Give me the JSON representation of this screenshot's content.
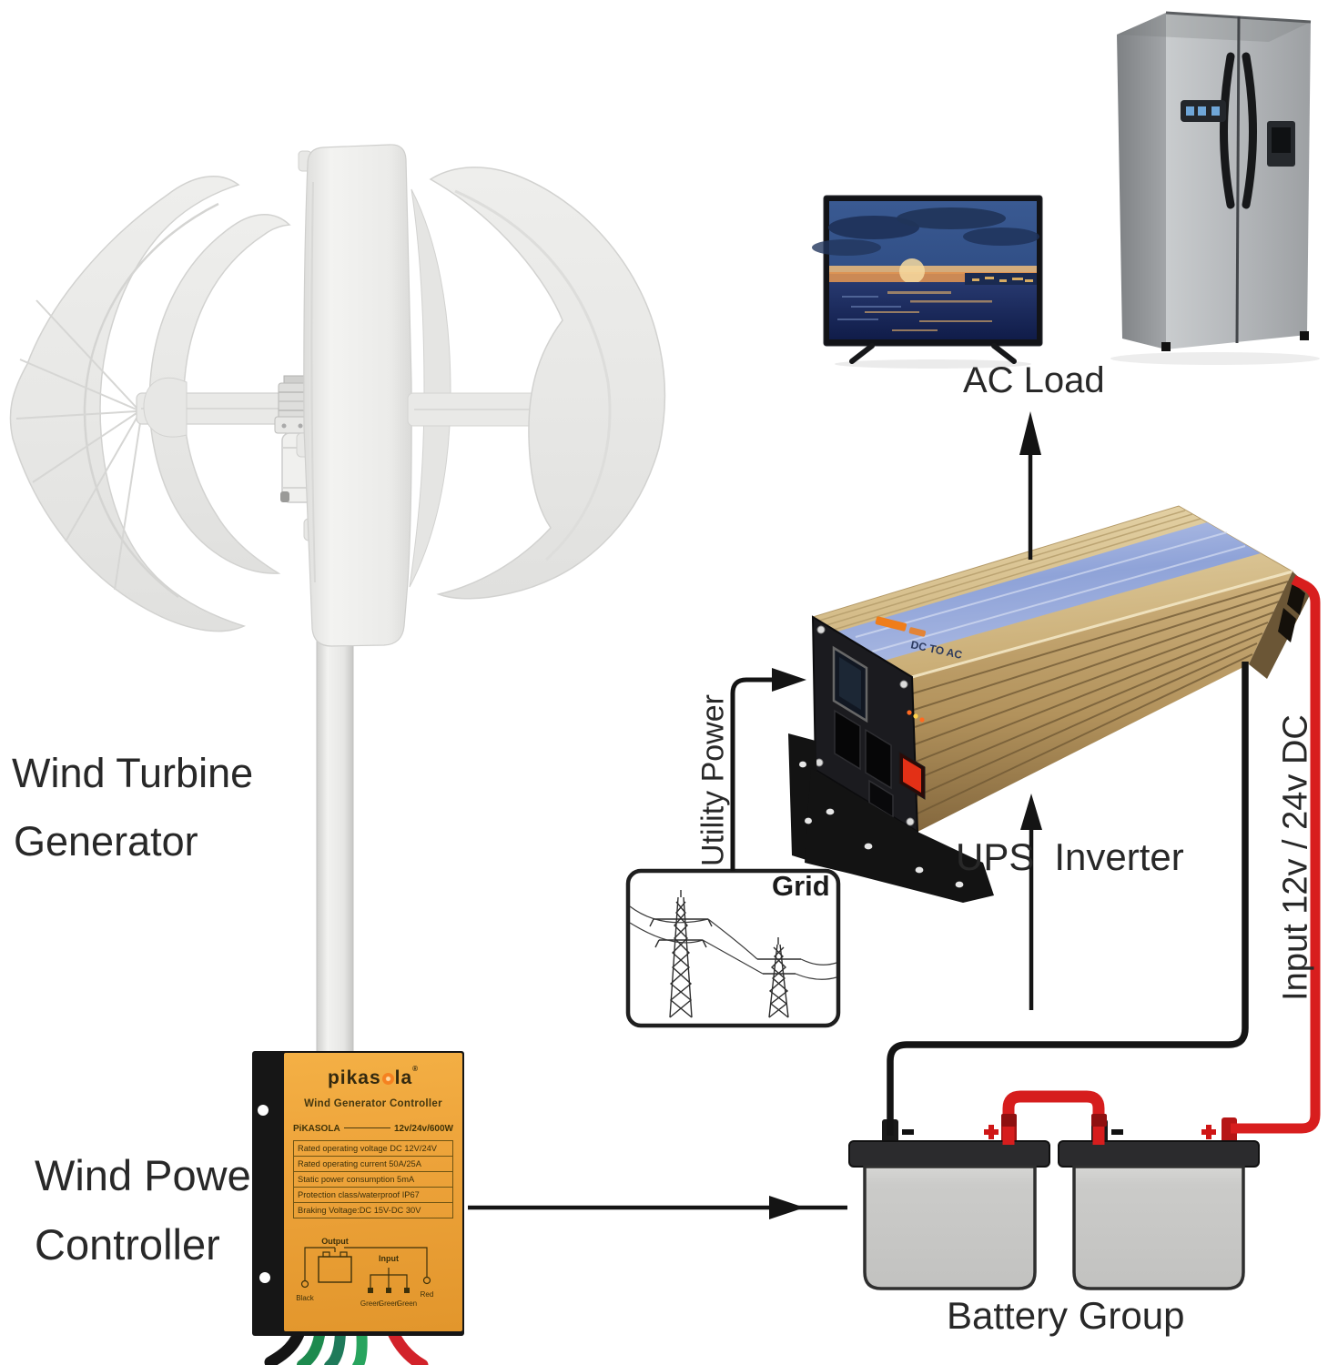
{
  "labels": {
    "wind_turbine": "Wind Turbine",
    "generator": "Generator",
    "wind_power": "Wind Power",
    "controller": "Controller",
    "ac_load": "AC Load",
    "ups": "UPS",
    "inverter": "Inverter",
    "utility_power": "Utility Power",
    "grid": "Grid",
    "input_dc": "Input 12v / 24v DC",
    "battery_group": "Battery Group"
  },
  "controller": {
    "brand_prefix": "pikas",
    "brand_suffix": "la",
    "reg": "®",
    "title": "Wind Generator Controller",
    "model_name": "PiKASOLA",
    "model_value": "12v/24v/600W",
    "specs": [
      "Rated operating voltage DC 12V/24V",
      "Rated operating current 50A/25A",
      "Static power consumption 5mA",
      "Protection class/waterproof IP67",
      "Braking Voltage:DC 15V-DC 30V"
    ],
    "diagram": {
      "output": "Output",
      "input": "Input",
      "black": "Black",
      "green1": "Green",
      "green2": "Green",
      "green3": "Green",
      "red": "Red"
    }
  },
  "inverter_box": {
    "dc_to_ac": "DC TO AC"
  },
  "battery_markers": {
    "plus": "+",
    "minus": "-"
  },
  "colors": {
    "accent_gold": "#eda33a",
    "inverter_gold": "#c9ab72",
    "stripe_blue": "#9aaedc",
    "wire_red": "#d81e1e",
    "wire_black": "#141414",
    "label_gray": "#282828"
  }
}
